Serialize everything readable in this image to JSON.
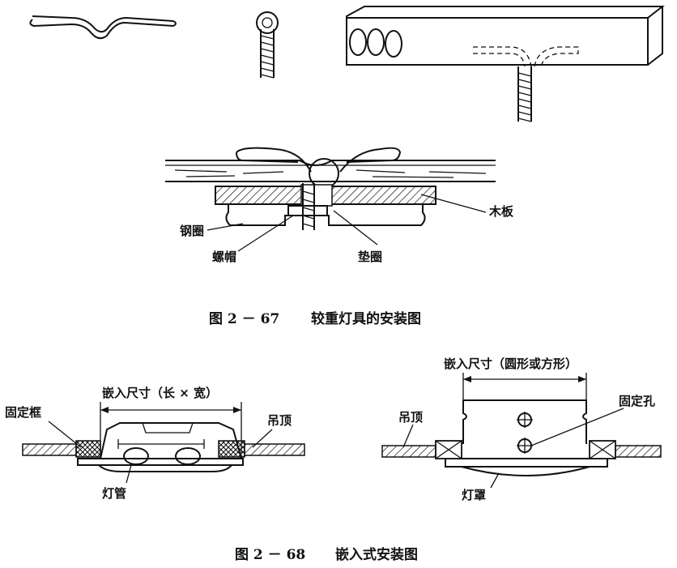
{
  "fig67": {
    "caption_number": "图 2 － 67",
    "caption_title": "较重灯具的安装图",
    "labels": {
      "wood_board": "木板",
      "steel_ring": "钢圈",
      "nut": "螺帽",
      "washer": "垫圈"
    }
  },
  "fig68": {
    "caption_number": "图 2 － 68",
    "caption_title": "嵌入式安装图",
    "left": {
      "dimension": "嵌入尺寸（长 × 宽）",
      "fixing_frame": "固定框",
      "ceiling": "吊顶",
      "lamp_tube": "灯管"
    },
    "right": {
      "dimension": "嵌入尺寸（圆形或方形）",
      "ceiling": "吊顶",
      "fixing_hole": "固定孔",
      "lamp_shade": "灯罩"
    }
  }
}
